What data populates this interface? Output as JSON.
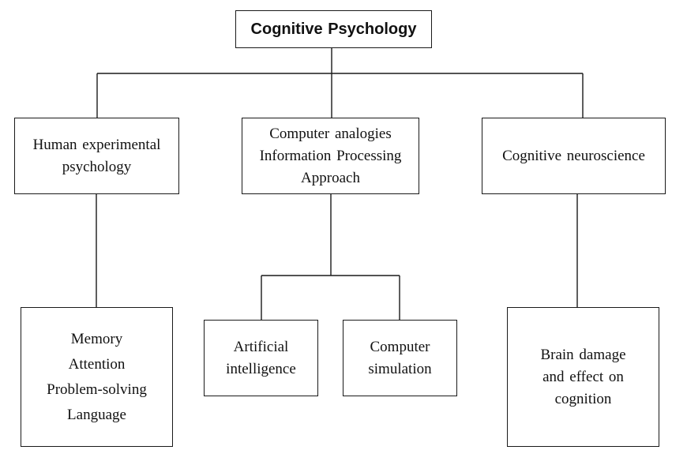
{
  "root": {
    "label": "Cognitive Psychology"
  },
  "branches": [
    {
      "lines": [
        "Human experimental",
        "psychology"
      ],
      "children": [
        {
          "lines": [
            "Memory",
            "Attention",
            "Problem-solving",
            "Language"
          ]
        }
      ]
    },
    {
      "lines": [
        "Computer analogies",
        "Information  Processing",
        "Approach"
      ],
      "children": [
        {
          "lines": [
            "Artificial",
            "intelligence"
          ]
        },
        {
          "lines": [
            "Computer",
            "simulation"
          ]
        }
      ]
    },
    {
      "lines": [
        "Cognitive  neuroscience"
      ],
      "children": [
        {
          "lines": [
            "Brain damage",
            "and effect on",
            "cognition"
          ]
        }
      ]
    }
  ]
}
